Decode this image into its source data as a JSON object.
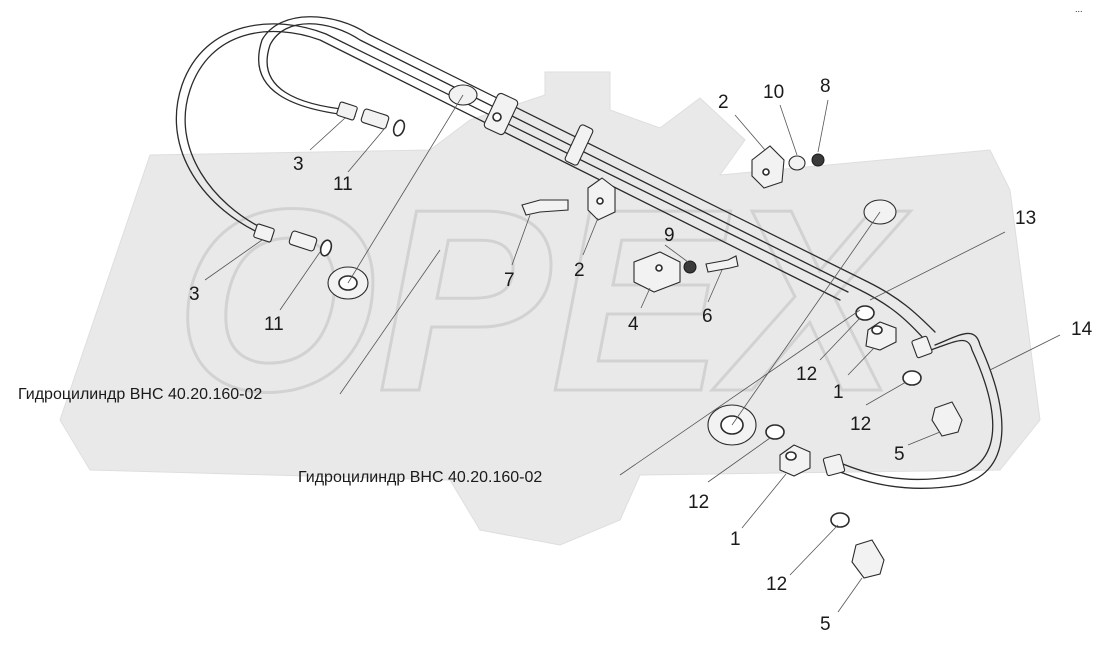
{
  "callouts": {
    "c1a": "1",
    "c1b": "1",
    "c2a": "2",
    "c2b": "2",
    "c3a": "3",
    "c3b": "3",
    "c4": "4",
    "c5a": "5",
    "c5b": "5",
    "c6": "6",
    "c7": "7",
    "c8": "8",
    "c9": "9",
    "c10": "10",
    "c11a": "11",
    "c11b": "11",
    "c12a": "12",
    "c12b": "12",
    "c12c": "12",
    "c12d": "12",
    "c13": "13",
    "c14": "14"
  },
  "captions": {
    "cylinder_left": "Гидроцилиндр ВНС 40.20.160-02",
    "cylinder_center": "Гидроцилиндр ВНС 40.20.160-02"
  },
  "watermark": {
    "text": "OPEX"
  },
  "corner_mark": "..."
}
